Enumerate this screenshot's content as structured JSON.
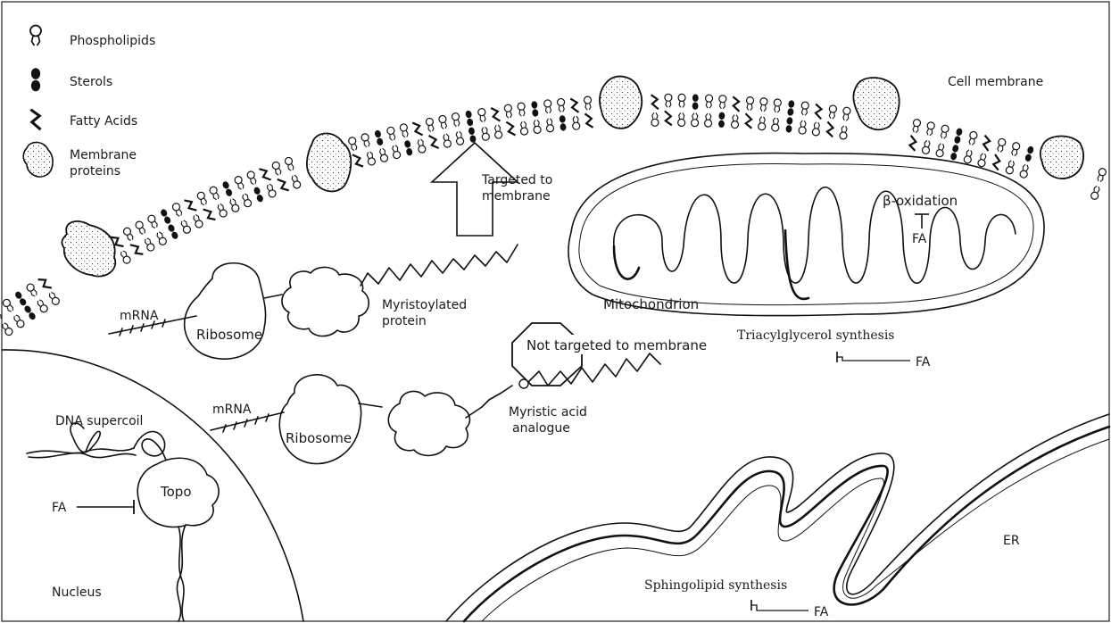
{
  "legend": {
    "items": [
      {
        "icon": "phospholipid-icon",
        "label": "Phospholipids"
      },
      {
        "icon": "sterol-icon",
        "label": "Sterols"
      },
      {
        "icon": "fatty-acid-icon",
        "label": "Fatty Acids"
      },
      {
        "icon": "membrane-protein-icon",
        "label": "Membrane",
        "label2": "proteins"
      }
    ]
  },
  "labels": {
    "cell_membrane": "Cell membrane",
    "targeted_1": "Targeted to",
    "targeted_2": "membrane",
    "beta_oxidation": "β-oxidation",
    "fa_mito": "FA",
    "mitochondrion": "Mitochondrion",
    "mrna_top": "mRNA",
    "ribosome_top": "Ribosome",
    "myristoylated_1": "Myristoylated",
    "myristoylated_2": "protein",
    "not_targeted": "Not targeted to membrane",
    "triacylglycerol": "Triacylglycerol synthesis",
    "fa_tag": "FA",
    "dna_supercoil": "DNA supercoil",
    "mrna_bottom": "mRNA",
    "ribosome_bottom": "Ribosome",
    "myristic_1": "Myristic acid",
    "myristic_2": "analogue",
    "topo": "Topo",
    "fa_topo": "FA",
    "nucleus": "Nucleus",
    "er": "ER",
    "sphingolipid": "Sphingolipid synthesis",
    "fa_sphingo": "FA"
  },
  "colors": {
    "ink": "#111111",
    "background": "#ffffff"
  }
}
